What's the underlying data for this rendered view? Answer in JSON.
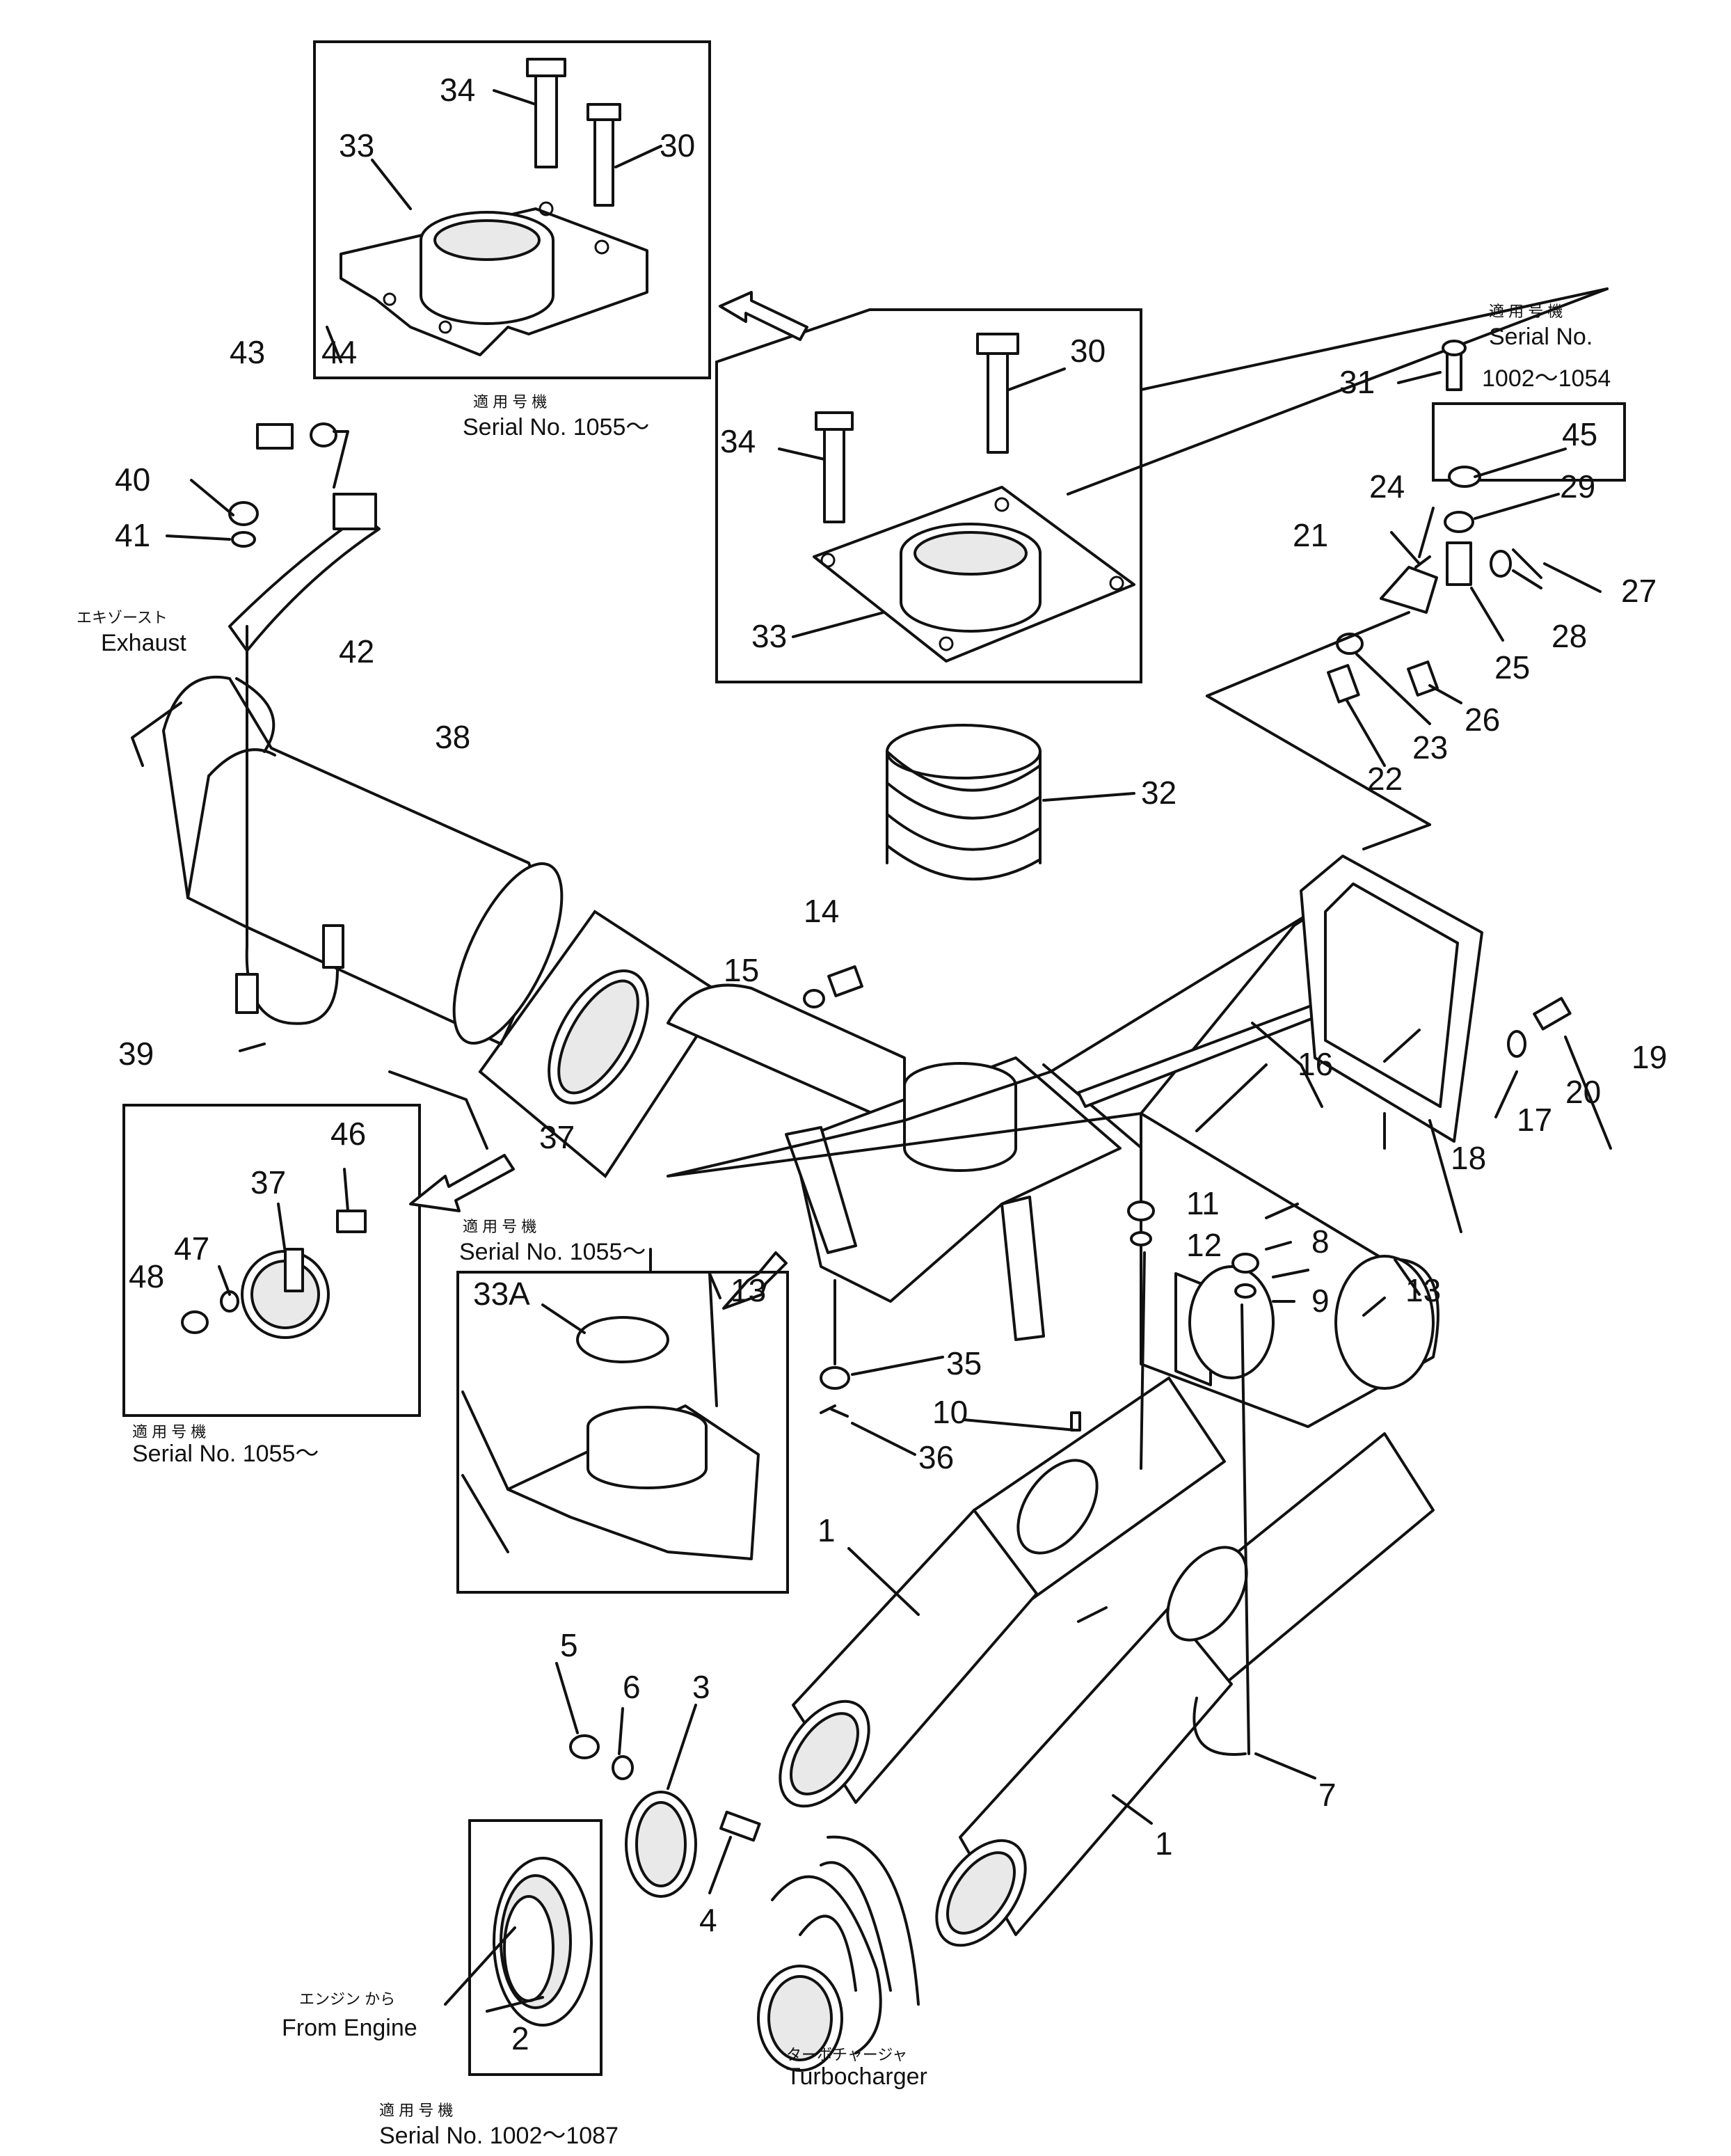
{
  "callouts": {
    "n1a": "1",
    "n1b": "1",
    "n2": "2",
    "n3": "3",
    "n4": "4",
    "n5": "5",
    "n6": "6",
    "n7": "7",
    "n8": "8",
    "n9": "9",
    "n10": "10",
    "n11": "11",
    "n12": "12",
    "n13a": "13",
    "n13b": "13",
    "n14": "14",
    "n15": "15",
    "n16": "16",
    "n17": "17",
    "n18": "18",
    "n19": "19",
    "n20": "20",
    "n21": "21",
    "n22": "22",
    "n23": "23",
    "n24": "24",
    "n25": "25",
    "n26": "26",
    "n27": "27",
    "n28": "28",
    "n29": "29",
    "n30a": "30",
    "n30b": "30",
    "n31": "31",
    "n32": "32",
    "n33a": "33",
    "n33b": "33",
    "n33A": "33A",
    "n34a": "34",
    "n34b": "34",
    "n35": "35",
    "n36": "36",
    "n37a": "37",
    "n37b": "37",
    "n38": "38",
    "n39": "39",
    "n40": "40",
    "n41": "41",
    "n42": "42",
    "n43": "43",
    "n44": "44",
    "n45": "45",
    "n46": "46",
    "n47": "47",
    "n48": "48"
  },
  "labels": {
    "exhaust_jp": "エキゾースト",
    "exhaust": "Exhaust",
    "engine_jp": "エンジン から",
    "from_engine": "From Engine",
    "turbo_jp": "ターボチャージャ",
    "turbocharger": "Turbocharger"
  },
  "serials": {
    "jp": "適 用 号 機",
    "top_box": "Serial No. 1055～",
    "left_box": "Serial No. 1055～",
    "mid_box": "Serial No. 1055～",
    "top_right": "Serial No.",
    "top_right_range": "1002～1054",
    "bottom": "Serial No. 1002～1087"
  }
}
